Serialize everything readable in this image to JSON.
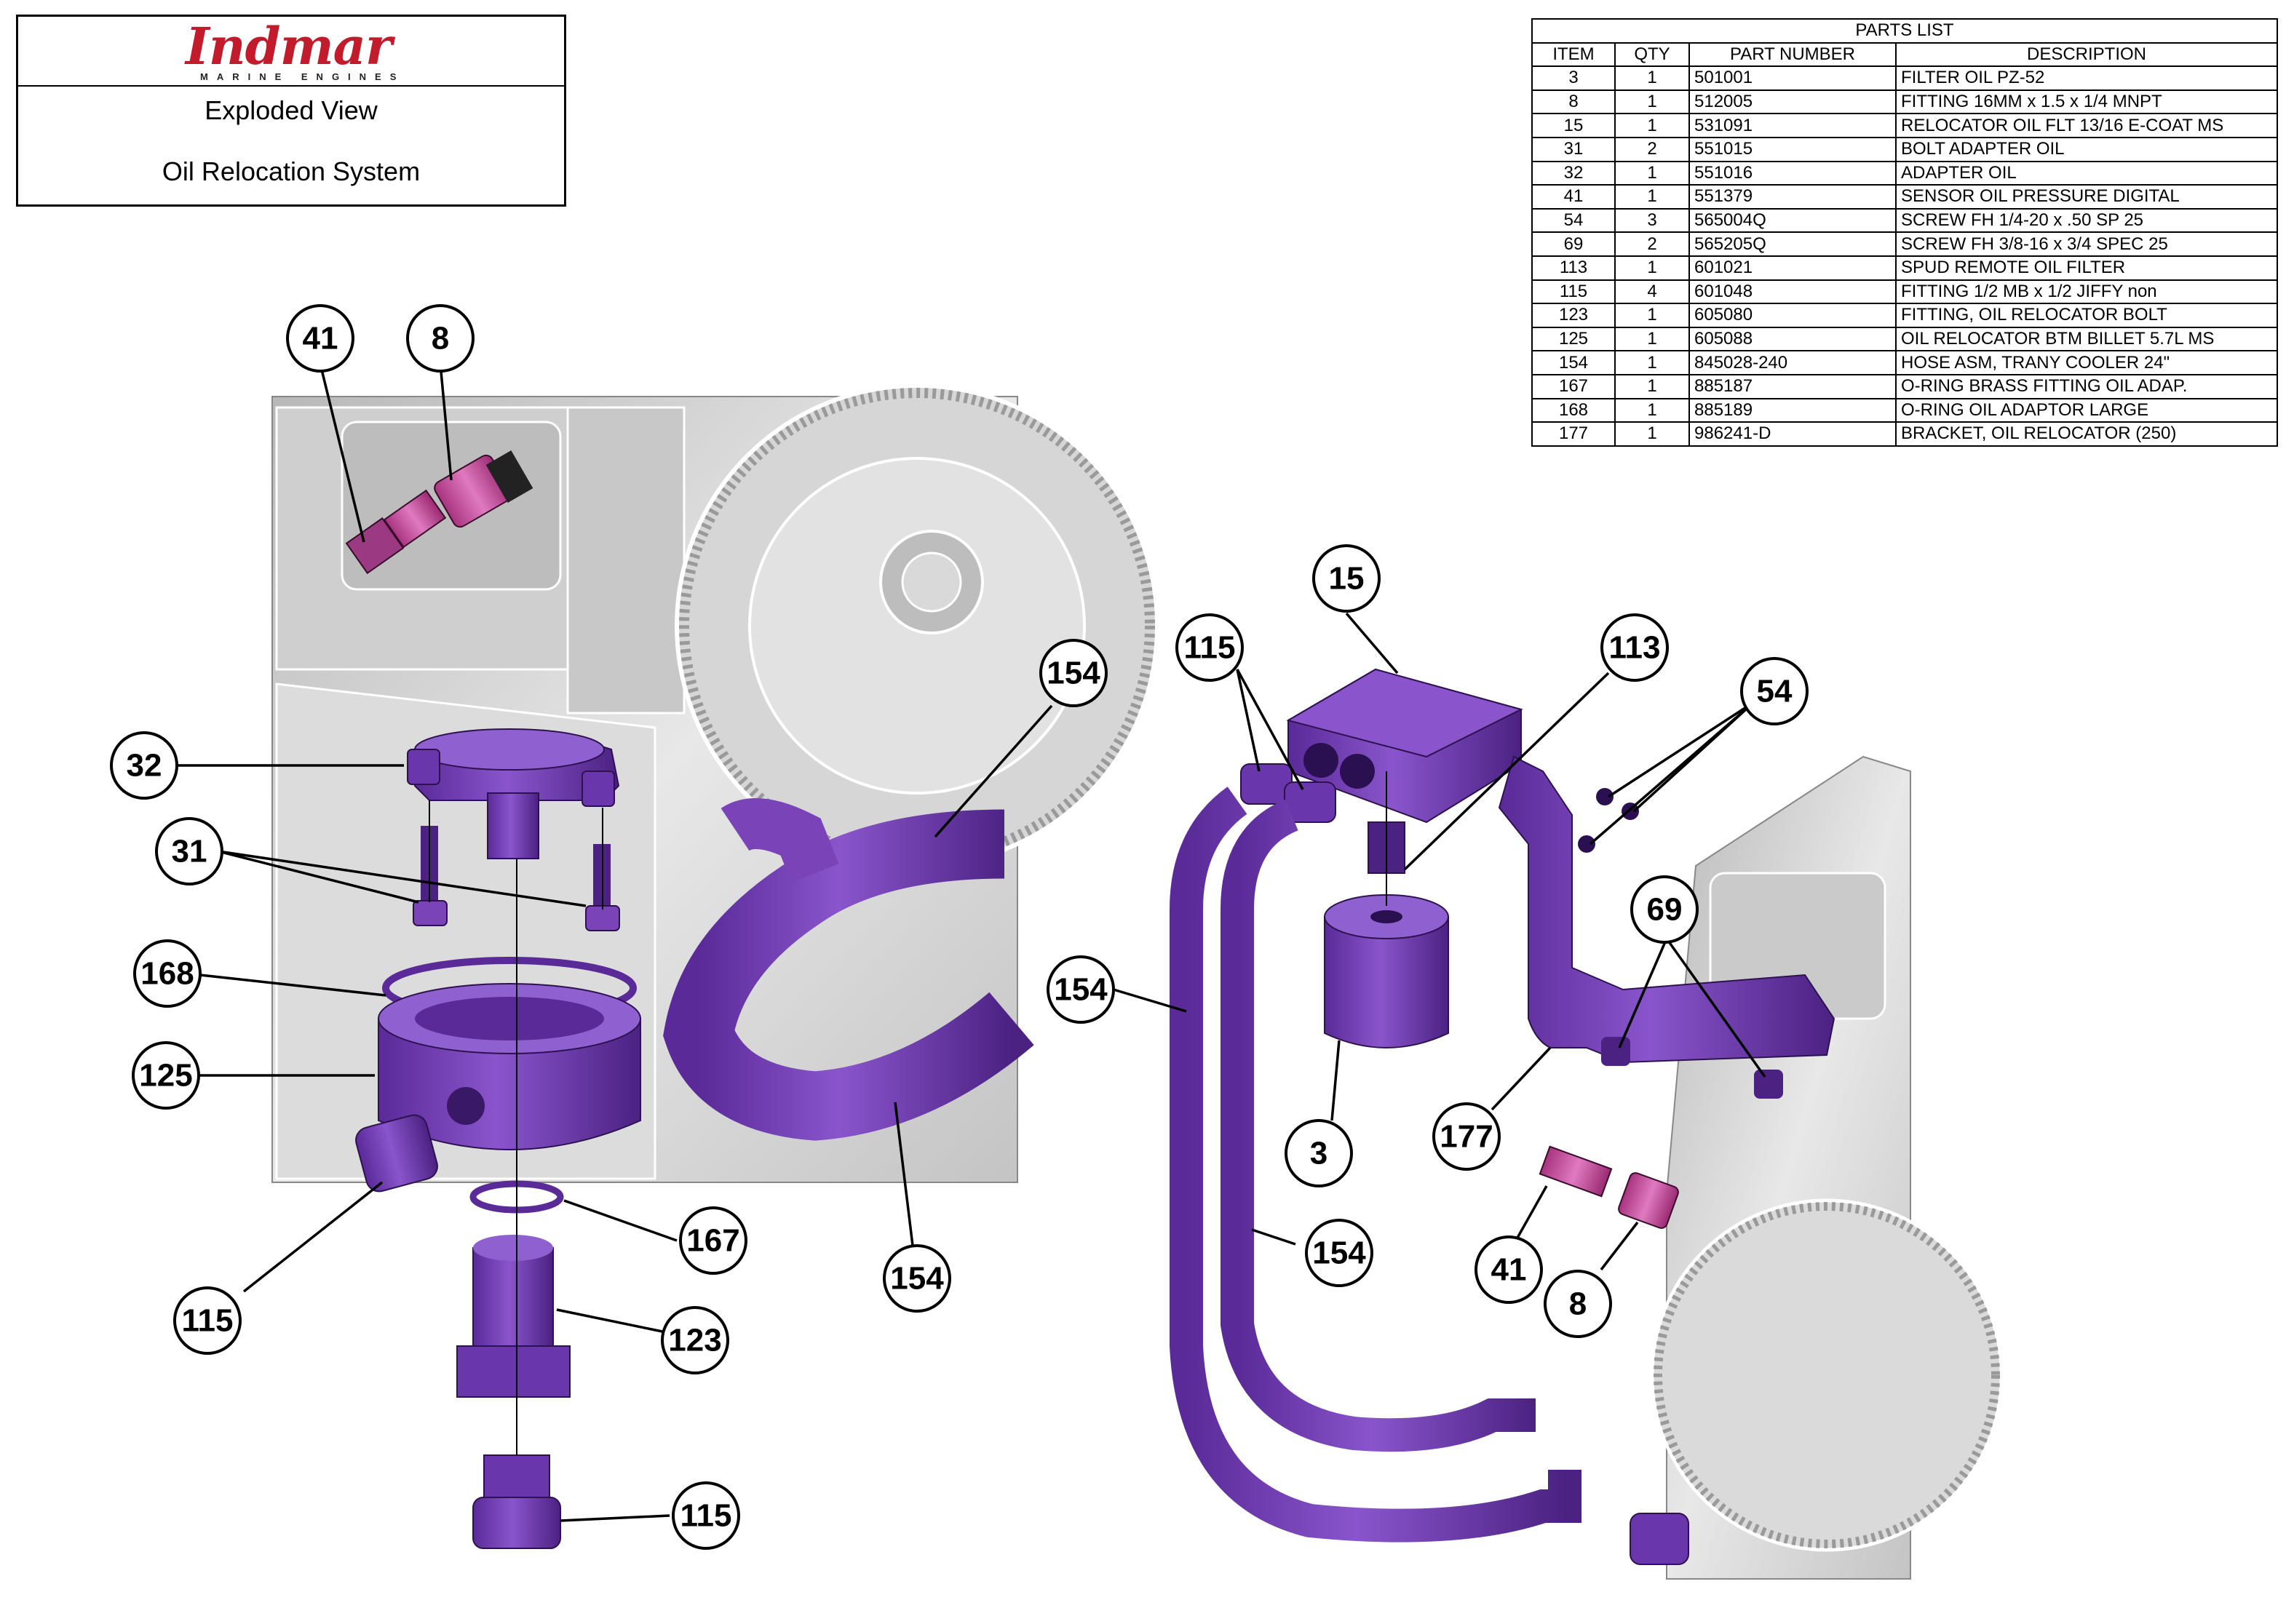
{
  "title_block": {
    "brand": "Indmar",
    "brand_sub": "MARINE ENGINES",
    "line1": "Exploded View",
    "line2": "Oil Relocation System"
  },
  "parts_list": {
    "caption": "PARTS LIST",
    "headers": [
      "ITEM",
      "QTY",
      "PART NUMBER",
      "DESCRIPTION"
    ],
    "rows": [
      [
        "3",
        "1",
        "501001",
        "FILTER OIL PZ-52"
      ],
      [
        "8",
        "1",
        "512005",
        "FITTING 16MM x 1.5 x 1/4 MNPT"
      ],
      [
        "15",
        "1",
        "531091",
        "RELOCATOR OIL FLT 13/16 E-COAT  MS"
      ],
      [
        "31",
        "2",
        "551015",
        "BOLT ADAPTER OIL"
      ],
      [
        "32",
        "1",
        "551016",
        "ADAPTER OIL"
      ],
      [
        "41",
        "1",
        "551379",
        "SENSOR OIL PRESSURE DIGITAL"
      ],
      [
        "54",
        "3",
        "565004Q",
        "SCREW FH 1/4-20 x .50 SP 25"
      ],
      [
        "69",
        "2",
        "565205Q",
        "SCREW FH 3/8-16 x 3/4 SPEC 25"
      ],
      [
        "113",
        "1",
        "601021",
        "SPUD REMOTE OIL FILTER"
      ],
      [
        "115",
        "4",
        "601048",
        "FITTING 1/2 MB x 1/2 JIFFY non"
      ],
      [
        "123",
        "1",
        "605080",
        "FITTING, OIL RELOCATOR BOLT"
      ],
      [
        "125",
        "1",
        "605088",
        "OIL RELOCATOR BTM BILLET 5.7L MS"
      ],
      [
        "154",
        "1",
        "845028-240",
        "HOSE ASM, TRANY COOLER 24\""
      ],
      [
        "167",
        "1",
        "885187",
        "O-RING BRASS FITTING OIL ADAP."
      ],
      [
        "168",
        "1",
        "885189",
        "O-RING OIL ADAPTOR LARGE"
      ],
      [
        "177",
        "1",
        "986241-D",
        "BRACKET, OIL RELOCATOR (250)"
      ]
    ]
  },
  "callouts": {
    "c41a": "41",
    "c8a": "8",
    "c32": "32",
    "c31": "31",
    "c168": "168",
    "c125": "125",
    "c115a": "115",
    "c167": "167",
    "c123": "123",
    "c115b": "115",
    "c154a": "154",
    "c154b": "154",
    "c15": "15",
    "c115c": "115",
    "c113": "113",
    "c154c": "154",
    "c154d": "154",
    "c3": "3",
    "c54": "54",
    "c69": "69",
    "c177": "177",
    "c41b": "41",
    "c8b": "8"
  },
  "colors": {
    "part": "#7a44b8",
    "part_dark": "#4b2182",
    "sensor": "#d45aa8",
    "engine": "#d9d9d9"
  }
}
